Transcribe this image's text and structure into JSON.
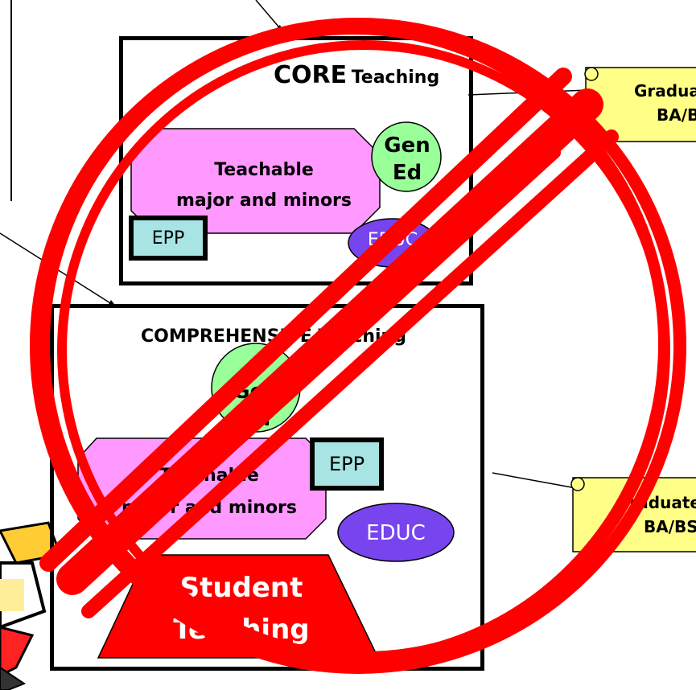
{
  "core": {
    "title_big": "CORE",
    "title_small": "Teaching",
    "teachable_line1": "Teachable",
    "teachable_line2": "major and minors",
    "gen_line1": "Gen",
    "gen_line2": "Ed",
    "epp": "EPP",
    "educ": "EDUC"
  },
  "comprehensive": {
    "title": "COMPREHENSIVE Teaching",
    "gen_line1": "Gen",
    "gen_line2": "Ed",
    "teachable_line1": "Teachable",
    "teachable_line2": "major and minors",
    "epp": "EPP",
    "educ": "EDUC",
    "student_line1": "Student",
    "student_line2": "Teaching"
  },
  "scroll_top": {
    "line1": "Graduate",
    "line2": "BA/BS"
  },
  "scroll_bottom": {
    "line1": "Graduate",
    "line2": "BA/BS"
  },
  "colors": {
    "pink": "#ff99ff",
    "green": "#99ff99",
    "purple": "#7744ee",
    "cyan": "#a8e4e4",
    "red": "#ff0000",
    "yellow": "#ffff88"
  }
}
